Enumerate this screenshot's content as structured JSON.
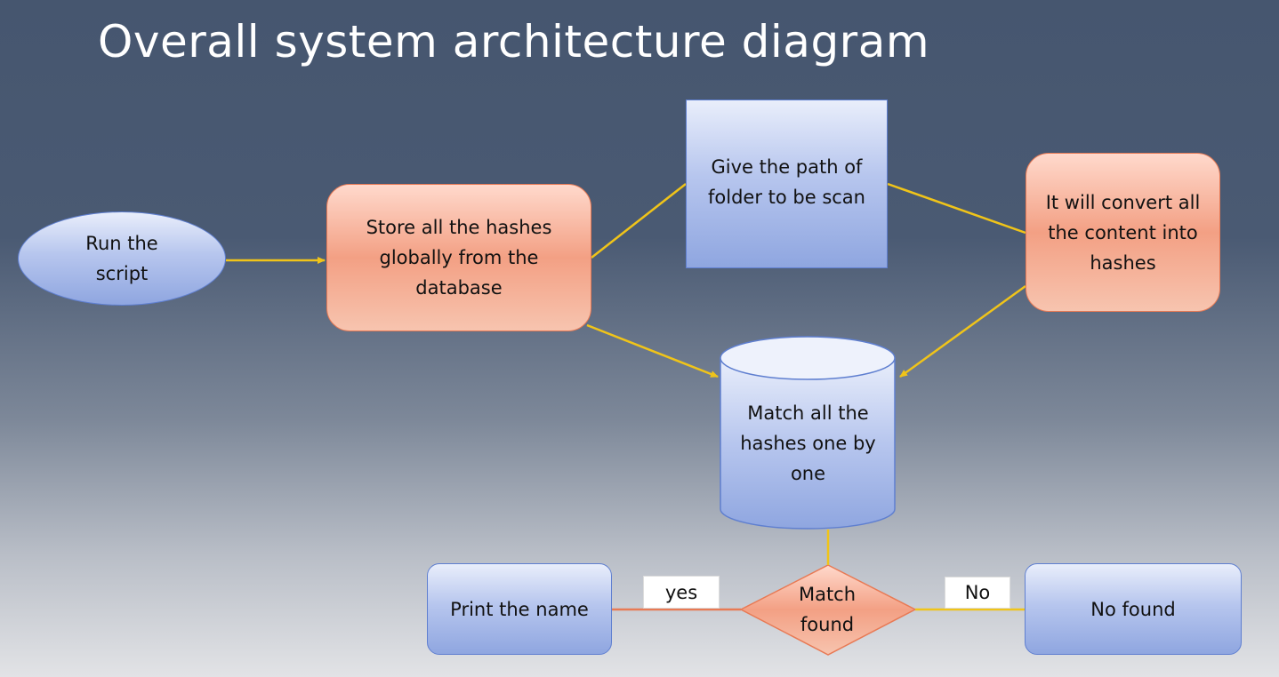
{
  "title": "Overall system architecture diagram",
  "nodes": {
    "run_script": [
      "Run the",
      "script"
    ],
    "store_hashes": [
      "Store all the hashes",
      "globally from the",
      "database"
    ],
    "give_path": [
      "Give the path of",
      "folder to be scan"
    ],
    "convert": [
      "It will convert all",
      "the content into",
      "hashes"
    ],
    "match_all": [
      "Match all the",
      "hashes one by",
      "one"
    ],
    "decision": [
      "Match",
      "found"
    ],
    "print_name": "Print the name",
    "no_found": "No found"
  },
  "edge_labels": {
    "yes": "yes",
    "no": "No"
  },
  "colors": {
    "blue_fill": "#b7c6ee",
    "blue_border": "#5f7fd0",
    "orange_fill": "#f3a084",
    "orange_border": "#e87a55",
    "arrow": "#f0c419",
    "yes_line": "#e87a55"
  }
}
